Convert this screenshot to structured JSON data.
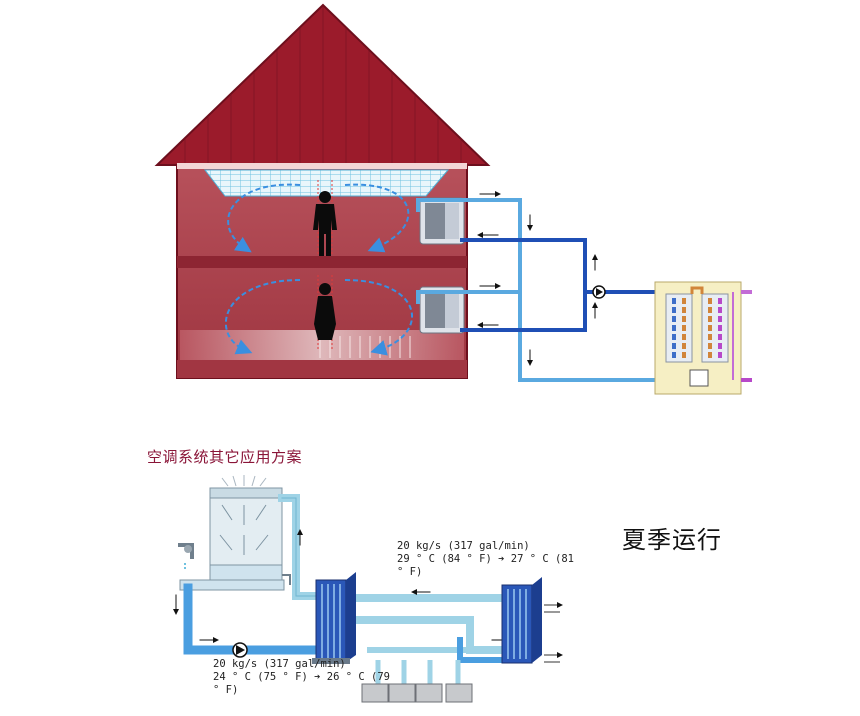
{
  "caption": "空调系统其它应用方案",
  "season_label": "夏季运行",
  "flow_top": {
    "line1": "20 kg/s (317 gal/min)",
    "line2": "29 ° C (84 ° F) ➔ 27 ° C (81",
    "line3": "° F)"
  },
  "flow_bottom": {
    "line1": "20 kg/s (317 gal/min)",
    "line2": "24 ° C (75 ° F) ➔ 26 ° C (79",
    "line3": "° F)"
  },
  "colors": {
    "roof": "#9b1b2b",
    "wall": "#b0454f",
    "pipe_dark": "#1f4fb5",
    "pipe_light": "#9fd3e6",
    "panel": "#f6efc4",
    "accent_text": "#8a1538"
  }
}
